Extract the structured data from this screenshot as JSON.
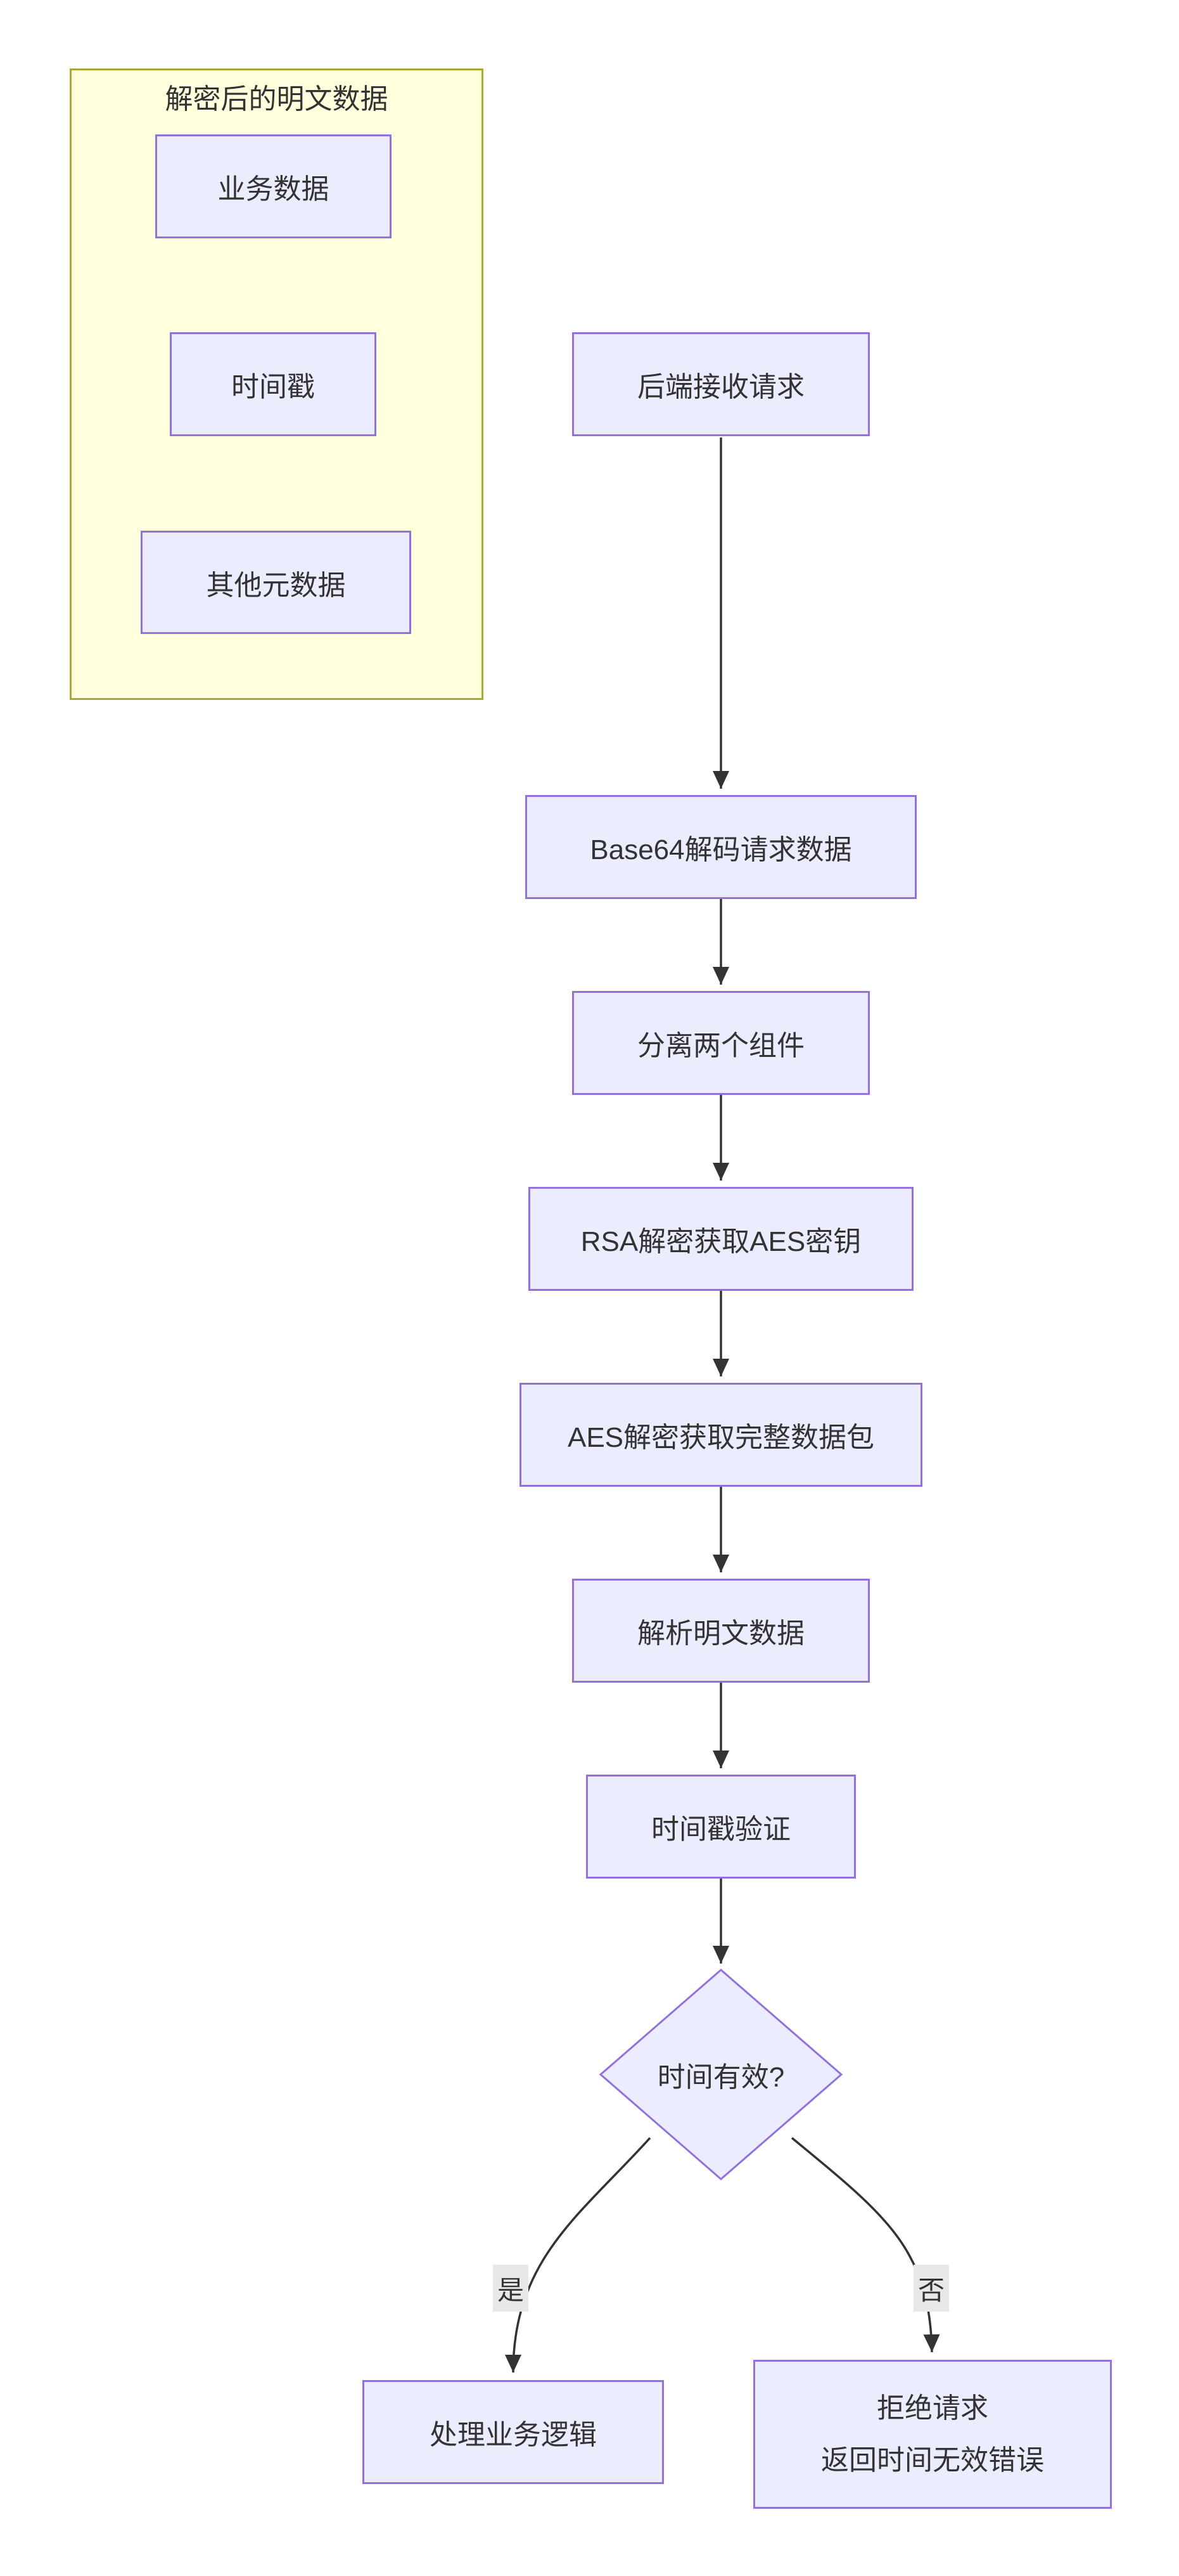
{
  "diagram": {
    "type": "flowchart-top-down",
    "colors": {
      "node_fill": "#ECECFF",
      "node_border": "#9370DB",
      "cluster_fill": "#ffffde",
      "cluster_border": "#aaaa33",
      "edge_stroke": "#333333",
      "text": "#333333",
      "edge_label_bg": "#e8e8e8"
    },
    "subgraph": {
      "title": "解密后的明文数据"
    },
    "nodes": {
      "biz": {
        "label": "业务数据"
      },
      "ts": {
        "label": "时间戳"
      },
      "meta": {
        "label": "其他元数据"
      },
      "recv": {
        "label": "后端接收请求"
      },
      "b64": {
        "label": "Base64解码请求数据"
      },
      "split": {
        "label": "分离两个组件"
      },
      "rsa": {
        "label": "RSA解密获取AES密钥"
      },
      "aes": {
        "label": "AES解密获取完整数据包"
      },
      "parse": {
        "label": "解析明文数据"
      },
      "tsv": {
        "label": "时间戳验证"
      },
      "decision": {
        "label": "时间有效?"
      },
      "ok": {
        "label": "处理业务逻辑"
      },
      "reject": {
        "line1": "拒绝请求",
        "line2": "返回时间无效错误"
      }
    },
    "edge_labels": {
      "yes": "是",
      "no": "否"
    }
  }
}
